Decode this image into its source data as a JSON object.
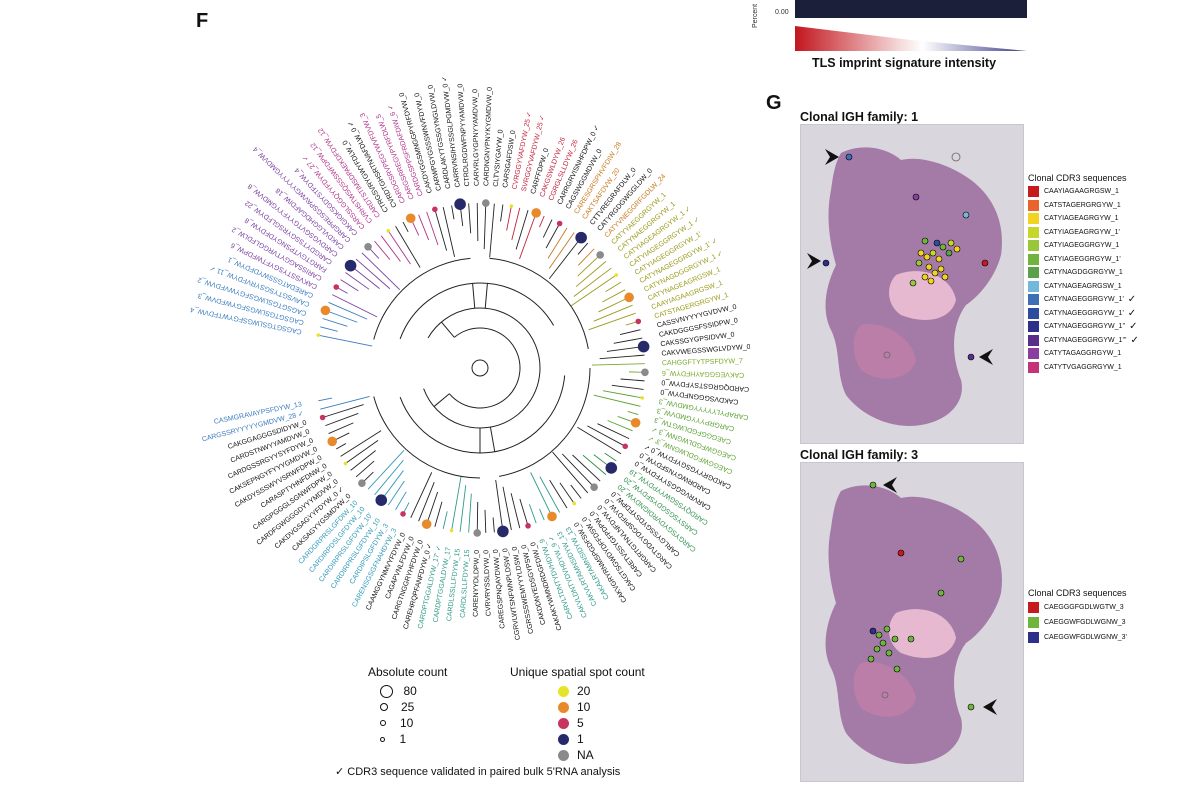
{
  "panel_f": {
    "letter": "F",
    "leaves": [
      {
        "t": "CAGSGTGSLWGSFGYWTFDVW_4",
        "c": "#3a7bbf"
      },
      {
        "t": "CAGSGTGSLWGSFGYWFDVW_3",
        "c": "#3a7bbf"
      },
      {
        "t": "CAGSGTGSLWGSFGYWVFDVW_2",
        "c": "#3a7bbf"
      },
      {
        "t": "CAAVSGTYSGSYRVFDYW_11",
        "c": "#3a7bbf"
      },
      {
        "t": "CAREDATGSSWYDFDYW_1",
        "c": "#3a7bbf"
      },
      {
        "t": "CAKVSSTYSGYFTWFDPW_6",
        "c": "#7a3fa0"
      },
      {
        "t": "CARISSAGGYTVRGGLFDLW_2",
        "c": "#7a3fa0"
      },
      {
        "t": "FARGTGVTPSNGYDFDYW_8",
        "c": "#7a3fa0"
      },
      {
        "t": "CARGDYTSSGYRSGLFDYW_22",
        "c": "#7a3fa0"
      },
      {
        "t": "CARDVGSGVTGYYFYYGMDVW_8",
        "c": "#7a3fa0"
      },
      {
        "t": "CAKDVLGGHDGAFDIW_18",
        "c": "#7a3fa0"
      },
      {
        "t": "CARGPRESGSPAVWGYYYYYGMDVW_4",
        "c": "#7a3fa0"
      },
      {
        "t": "CAKGIGKSGDYSTFDYW_4",
        "c": "#7a3fa0"
      },
      {
        "t": "CARSSLGGQYYFDYW_27",
        "c": "#b0338a"
      },
      {
        "t": "CVRHSTWSQSSSWFDPW_12",
        "c": "#b0338a"
      },
      {
        "t": "CARDTSTIMSDPAEKDFDYW_12",
        "c": "#b0338a"
      },
      {
        "t": "CTRGSVRYGWYFDLW_0",
        "c": "#111111"
      },
      {
        "t": "CVRDTGHSRTNVAFDLW_0",
        "c": "#111111"
      },
      {
        "t": "CARDGSRVPEGYWVFDVW_3",
        "c": "#b0338a"
      },
      {
        "t": "CARGSRREGVPYRFDLW_5",
        "c": "#b0338a"
      },
      {
        "t": "CARDGSPPSFRDAFDIW_6",
        "c": "#b0338a"
      },
      {
        "t": "CAKDYGGSMNGGPYRFDVW_0",
        "c": "#111111"
      },
      {
        "t": "CARWPGYGSSSWNVFDYW_0",
        "c": "#111111"
      },
      {
        "t": "CARDLAKYTGSSGYNGLDVW_0",
        "c": "#111111"
      },
      {
        "t": "CARRVNSIHYSSGLPGMDVW_0",
        "c": "#111111"
      },
      {
        "t": "CTRDLRGDWFNPYYAMDVW_0",
        "c": "#111111"
      },
      {
        "t": "CARVRLGYGPNYYAMDVW_0",
        "c": "#111111"
      },
      {
        "t": "CARDNGNYPNYKYGMDVW_0",
        "c": "#111111"
      },
      {
        "t": "CLTVSIYGAYW_0",
        "c": "#111111"
      },
      {
        "t": "CARSGAFDSW_0",
        "c": "#111111"
      },
      {
        "t": "CVRGGYVAFDYW_25",
        "c": "#c0243a"
      },
      {
        "t": "SVRGGYVAFDYW_25",
        "c": "#c0243a"
      },
      {
        "t": "CARFFDPW_0",
        "c": "#111111"
      },
      {
        "t": "CAKGSWLDYW_26",
        "c": "#c0243a"
      },
      {
        "t": "CGRGLSLLDYW_26",
        "c": "#c0243a"
      },
      {
        "t": "CARRGRVISNHFDPW_0",
        "c": "#111111"
      },
      {
        "t": "CAGSWGGMDVW_0",
        "c": "#111111"
      },
      {
        "t": "CARESGRSPHVFDIW_28",
        "c": "#c87a1e"
      },
      {
        "t": "CAKTSAFDVW_20",
        "c": "#c87a1e"
      },
      {
        "t": "CTTVREGRAFDLW_0",
        "c": "#111111"
      },
      {
        "t": "CATYRGDGWGGLDW_0",
        "c": "#111111"
      },
      {
        "t": "CATYVNEGGRFGDLW_24",
        "c": "#c87a1e"
      },
      {
        "t": "CATYYAEGGRGYW_1",
        "c": "#9a9a1a"
      },
      {
        "t": "CATYNAEGGRGYW_1",
        "c": "#9a9a1a"
      },
      {
        "t": "CATYIAGEAGRGYW_1",
        "c": "#9a9a1a"
      },
      {
        "t": "CATYIAGEGGRGYW_1",
        "c": "#9a9a1a"
      },
      {
        "t": "CATYIAGEGGRGYW_1'",
        "c": "#9a9a1a"
      },
      {
        "t": "CATYNAGEGGRGYW_1'",
        "c": "#9a9a1a"
      },
      {
        "t": "CATYNAGDGGRGYW_1",
        "c": "#9a9a1a"
      },
      {
        "t": "CATYNAGEAGRGSW_1",
        "c": "#9a9a1a"
      },
      {
        "t": "CAAYIAGAAGRGSW_1",
        "c": "#9a9a1a"
      },
      {
        "t": "CATSTAGERGRGYW_1",
        "c": "#9a9a1a"
      },
      {
        "t": "CASSVNYYYYGVDVW_0",
        "c": "#111111"
      },
      {
        "t": "CAKDGGGSFSSIDPW_0",
        "c": "#111111"
      },
      {
        "t": "CAKSSGYGPSIDVW_0",
        "c": "#111111"
      },
      {
        "t": "CAKVWEGSSWGLVDYW_0",
        "c": "#111111"
      },
      {
        "t": "CAHGGFTYTPSFDYW_7",
        "c": "#7aa82a"
      },
      {
        "t": "CAKVEGGGAYHFDYW_6",
        "c": "#7aa82a"
      },
      {
        "t": "CARDQGRGSTSYFDYW_0",
        "c": "#111111"
      },
      {
        "t": "CAKDVSGGGNFDYW_0",
        "c": "#111111"
      },
      {
        "t": "CARAPYLYYYYYGMDVW_3",
        "c": "#5aa032"
      },
      {
        "t": "CARGRPYYYGMDVW_3",
        "c": "#5aa032"
      },
      {
        "t": "CAEGGGFGDLWGTW_3",
        "c": "#5aa032"
      },
      {
        "t": "CAEGGWFGDLWGNW_3",
        "c": "#5aa032"
      },
      {
        "t": "CAEGGWFGDLWGNW_3'",
        "c": "#5aa032"
      },
      {
        "t": "CAKDGRYYGSGYFDYW_0",
        "c": "#111111"
      },
      {
        "t": "CARDRWGYNSFDYW_0",
        "c": "#111111"
      },
      {
        "t": "CARVRVGGGSYYFDYW_0",
        "c": "#111111"
      },
      {
        "t": "CARDQYSSGWYYPDYW_19",
        "c": "#2f8f4a"
      },
      {
        "t": "CARSYSGSGDYSFDYW_20",
        "c": "#2f8f4a"
      },
      {
        "t": "CARGYSGYDVRDIGNDYW_20",
        "c": "#2f8f4a"
      },
      {
        "t": "CARLGYSSGYDSYFDPW_0",
        "c": "#111111"
      },
      {
        "t": "CARGTVDGYDGSPIFDYW_0",
        "c": "#111111"
      },
      {
        "t": "CARGRTGTNVLNFDYW_0",
        "c": "#111111"
      },
      {
        "t": "CARETVSSYGFPDPW_0",
        "c": "#111111"
      },
      {
        "t": "CAKGTSGWDYDFFDSW_0",
        "c": "#111111"
      },
      {
        "t": "CAKVGRYRNMSPGDFSW_0",
        "c": "#111111"
      },
      {
        "t": "CAKALRTAMNSIDYW_13",
        "c": "#2f9a8a"
      },
      {
        "t": "CAKVLRTAMNSIDYW_13",
        "c": "#2f9a8a"
      },
      {
        "t": "CAKVLDNTYDVHDYW_9",
        "c": "#2f9a8a"
      },
      {
        "t": "CARVLTDNTYDVHDYW_9",
        "c": "#2f9a8a"
      },
      {
        "t": "CAKAKYWMNDRDGFDIW_0",
        "c": "#111111"
      },
      {
        "t": "CAKDDNYEDSGYPSW_0",
        "c": "#111111"
      },
      {
        "t": "CGRSSSWEMYYYLDSW_0",
        "c": "#111111"
      },
      {
        "t": "CGRVLWTSNFWNPLDSW_0",
        "c": "#111111"
      },
      {
        "t": "CAREGSPNQAYDWW_0",
        "c": "#111111"
      },
      {
        "t": "CVRVRYSSLDYW_0",
        "c": "#111111"
      },
      {
        "t": "CARENYYDLDPW_0",
        "c": "#111111"
      },
      {
        "t": "CARDLSLLFDYW_15",
        "c": "#2f9a8a"
      },
      {
        "t": "CARDLSSLLFDYW_15",
        "c": "#2f9a8a"
      },
      {
        "t": "CARDPTGGALDYW_17",
        "c": "#2f9a8a"
      },
      {
        "t": "CARDPTGGALDYW_17'",
        "c": "#2f9a8a"
      },
      {
        "t": "CAREHRQPFANFDYW_0",
        "c": "#111111"
      },
      {
        "t": "CARGTNGGRYHFDYW_0",
        "c": "#111111"
      },
      {
        "t": "CAGAPVNLFDYW_0",
        "c": "#111111"
      },
      {
        "t": "CAAMGGYNMVYFDYW_0",
        "c": "#111111"
      },
      {
        "t": "CARENSGSGFNAHDYW_3",
        "c": "#2f9ab8"
      },
      {
        "t": "CARDIPSLGFDYW_3",
        "c": "#2f9ab8"
      },
      {
        "t": "CARDIRPRSLGFDYW_10",
        "c": "#2f9ab8"
      },
      {
        "t": "CARDIRPRSLGFDYW_10'",
        "c": "#2f9ab8"
      },
      {
        "t": "CARDIRPDSLGFDYW_10",
        "c": "#2f9ab8"
      },
      {
        "t": "CARDGRPRSLGFDIW_10",
        "c": "#2f9ab8"
      },
      {
        "t": "CAKSAGYYGSMDVW_0",
        "c": "#111111"
      },
      {
        "t": "CAKDVGSAGYYFDYW_0",
        "c": "#111111"
      },
      {
        "t": "CARDFGWGGGDYYYMDVW_0",
        "c": "#111111"
      },
      {
        "t": "CARGPGGGLSGNWFDPW_0",
        "c": "#111111"
      },
      {
        "t": "CARASPTYHNFDNW_0",
        "c": "#111111"
      },
      {
        "t": "CAKDYSSSWYVSRWFDPW_0",
        "c": "#111111"
      },
      {
        "t": "CAKSEPNGYFYYYGMDVW_0",
        "c": "#111111"
      },
      {
        "t": "CARDGSSRGYYSYFDYW_0",
        "c": "#111111"
      },
      {
        "t": "CARDSTNWYYAMDVW_0",
        "c": "#111111"
      },
      {
        "t": "CAKGGAGGGSDIDYW_0",
        "c": "#111111"
      },
      {
        "t": "CARGSSRYYYYYGMDVW_28",
        "c": "#3a7bbf"
      },
      {
        "t": "CASMGRAVAYPSFDYW_13",
        "c": "#3a7bbf"
      }
    ],
    "checks": [
      3,
      13,
      17,
      20,
      24,
      30,
      31,
      35,
      44,
      45,
      47,
      48,
      63,
      64,
      65,
      79,
      91,
      92,
      103,
      112
    ]
  },
  "legend_f": {
    "abs_title": "Absolute count",
    "abs_items": [
      {
        "label": "80",
        "value": 80
      },
      {
        "label": "25",
        "value": 25
      },
      {
        "label": "10",
        "value": 10
      },
      {
        "label": "1",
        "value": 1
      }
    ],
    "uniq_title": "Unique spatial spot count",
    "uniq_items": [
      {
        "label": "20",
        "color": "#e6e42a"
      },
      {
        "label": "10",
        "color": "#e88a2a"
      },
      {
        "label": "5",
        "color": "#c7345e"
      },
      {
        "label": "1",
        "color": "#262a6b"
      },
      {
        "label": "NA",
        "color": "#8a8a8a"
      }
    ],
    "footnote_check": "✓",
    "footnote": "CDR3 sequence validated in paired bulk 5'RNA analysis"
  },
  "tls": {
    "axis_label": "Percent",
    "tick": "0.00",
    "title": "TLS imprint signature intensity",
    "grad_left": "#c2161e",
    "grad_right": "#3b3a8c"
  },
  "panel_g": {
    "letter": "G",
    "family1": {
      "title": "Clonal IGH family: 1",
      "legend_title": "Clonal CDR3 sequences",
      "items": [
        {
          "label": "CAAYIAGAAGRGSW_1",
          "color": "#c61b1e",
          "check": ""
        },
        {
          "label": "CATSTAGERGRGYW_1",
          "color": "#e8642a",
          "check": ""
        },
        {
          "label": "CATYIAGEAGRGYW_1",
          "color": "#f1d321",
          "check": ""
        },
        {
          "label": "CATYIAGEAGRGYW_1'",
          "color": "#c6d62a",
          "check": ""
        },
        {
          "label": "CATYIAGEGGRGYW_1",
          "color": "#98c83a",
          "check": ""
        },
        {
          "label": "CATYIAGEGGRGYW_1'",
          "color": "#6fb43d",
          "check": ""
        },
        {
          "label": "CATYNAGDGGRGYW_1",
          "color": "#5ba04a",
          "check": ""
        },
        {
          "label": "CATYNAGEAGRGSW_1",
          "color": "#72b8d8",
          "check": ""
        },
        {
          "label": "CATYNAGEGGRGYW_1'",
          "color": "#3d6fb6",
          "check": "✓"
        },
        {
          "label": "CATYNAGEGGRGYW_1'",
          "color": "#2c4c9e",
          "check": "✓"
        },
        {
          "label": "CATYNAGEGGRGYW_1''",
          "color": "#2d2f8a",
          "check": "✓"
        },
        {
          "label": "CATYNAGEGGRGYW_1'''",
          "color": "#5a2d8a",
          "check": "✓"
        },
        {
          "label": "CATYTAGAGGRGYW_1",
          "color": "#8a3ea0",
          "check": ""
        },
        {
          "label": "CATYTVGAGGRGYW_1",
          "color": "#c4337a",
          "check": ""
        }
      ]
    },
    "family3": {
      "title": "Clonal IGH family: 3",
      "legend_title": "Clonal CDR3 sequences",
      "items": [
        {
          "label": "CAEGGGFGDLWGTW_3",
          "color": "#c61b1e",
          "check": ""
        },
        {
          "label": "CAEGGWFGDLWGNW_3",
          "color": "#6fb43d",
          "check": ""
        },
        {
          "label": "CAEGGWFGDLWGNW_3'",
          "color": "#2d2f8a",
          "check": ""
        }
      ]
    }
  }
}
